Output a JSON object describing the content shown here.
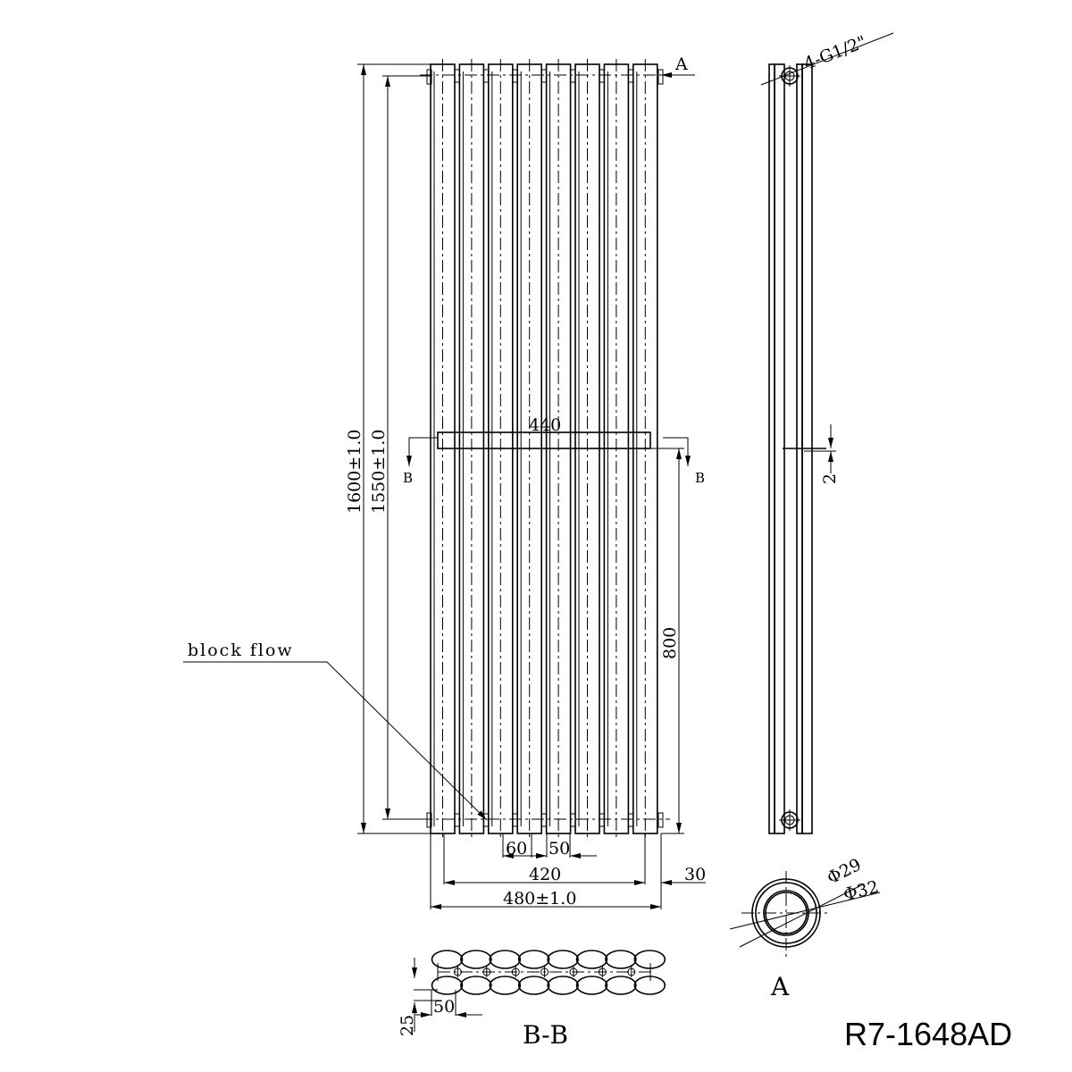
{
  "drawing": {
    "model_code": "R7-1648AD",
    "tube_count": 8,
    "labels": {
      "height_total": "1600±1.0",
      "height_centers": "1550±1.0",
      "bar_width": "440",
      "section_mark": "B",
      "view_mark": "A",
      "dim_800": "800",
      "block_flow": "block flow",
      "dim_60": "60",
      "dim_50": "50",
      "dim_420": "420",
      "dim_30": "30",
      "width_total": "480±1.0",
      "connections": "4-G1/2\"",
      "dim_2": "2",
      "dia_inner": "Φ29",
      "dia_outer": "Φ32",
      "section_title": "B-B",
      "section_dim_50": "50",
      "section_dim_25": "25"
    }
  }
}
